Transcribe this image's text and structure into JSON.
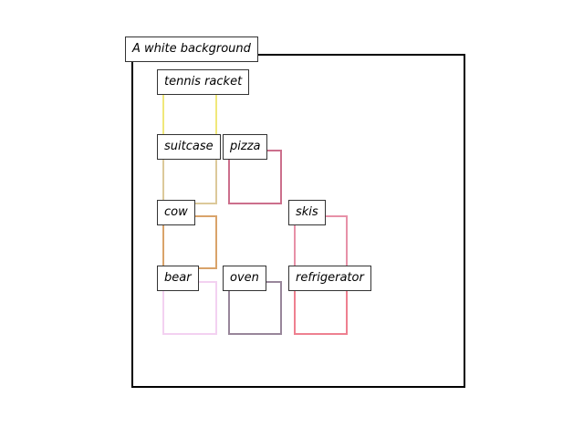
{
  "scene": {
    "caption": "A white background"
  },
  "objects": [
    {
      "label": "tennis racket",
      "color": "#f0e87a"
    },
    {
      "label": "suitcase",
      "color": "#dcc99a"
    },
    {
      "label": "pizza",
      "color": "#cc6f8c"
    },
    {
      "label": "cow",
      "color": "#d9a36a"
    },
    {
      "label": "skis",
      "color": "#e791a8"
    },
    {
      "label": "bear",
      "color": "#f3d1f1"
    },
    {
      "label": "oven",
      "color": "#98869a"
    },
    {
      "label": "refrigerator",
      "color": "#ee8090"
    }
  ]
}
